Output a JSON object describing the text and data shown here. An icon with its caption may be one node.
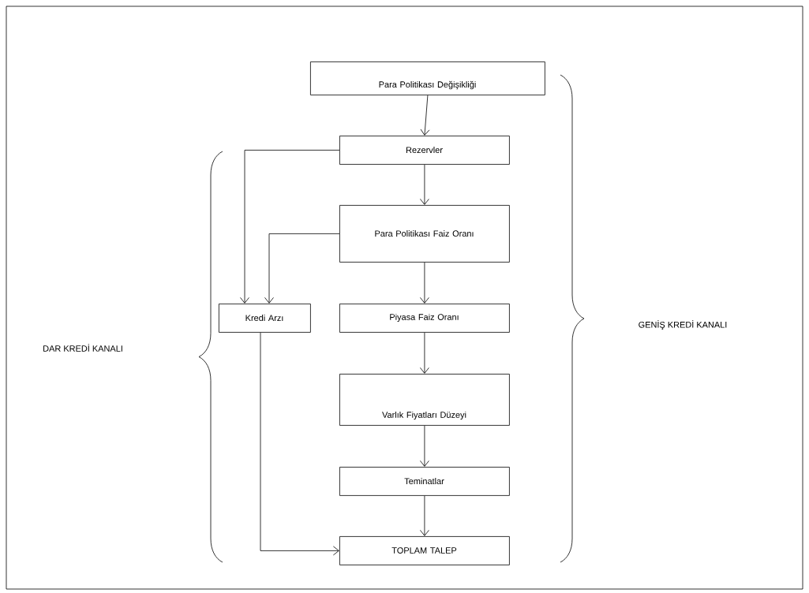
{
  "diagram": {
    "nodes": [
      {
        "text": [
          "Para Politikası Değişikliği"
        ]
      },
      {
        "text": [
          "Rezervler"
        ]
      },
      {
        "text": [
          "Para Politikası Faiz Oranı"
        ]
      },
      {
        "text": [
          "Kredi Arzı"
        ]
      },
      {
        "text": [
          "Piyasa Faiz Oranı"
        ]
      },
      {
        "text": [
          "Varlık Fiyatları Düzeyi"
        ]
      },
      {
        "text": [
          "Teminatlar"
        ]
      },
      {
        "text": [
          "TOPLAM TALEP"
        ]
      }
    ],
    "edges": [
      {
        "from": 0,
        "to": 1,
        "arrow": "to"
      },
      {
        "from": 1,
        "to": 2,
        "arrow": "to"
      },
      {
        "from": 2,
        "to": 4,
        "arrow": "to"
      },
      {
        "from": 4,
        "to": 5,
        "arrow": "to"
      },
      {
        "from": 5,
        "to": 6,
        "arrow": "to"
      },
      {
        "from": 6,
        "to": 7,
        "arrow": "to"
      },
      {
        "from": 1,
        "to": 3,
        "arrow": "to"
      },
      {
        "from": 2,
        "to": 3,
        "arrow": "to"
      },
      {
        "from": 3,
        "to": 7,
        "arrow": "to"
      }
    ],
    "labels": [
      "GENİŞ KREDİ KANALI",
      "DAR KREDİ KANALI"
    ]
  }
}
